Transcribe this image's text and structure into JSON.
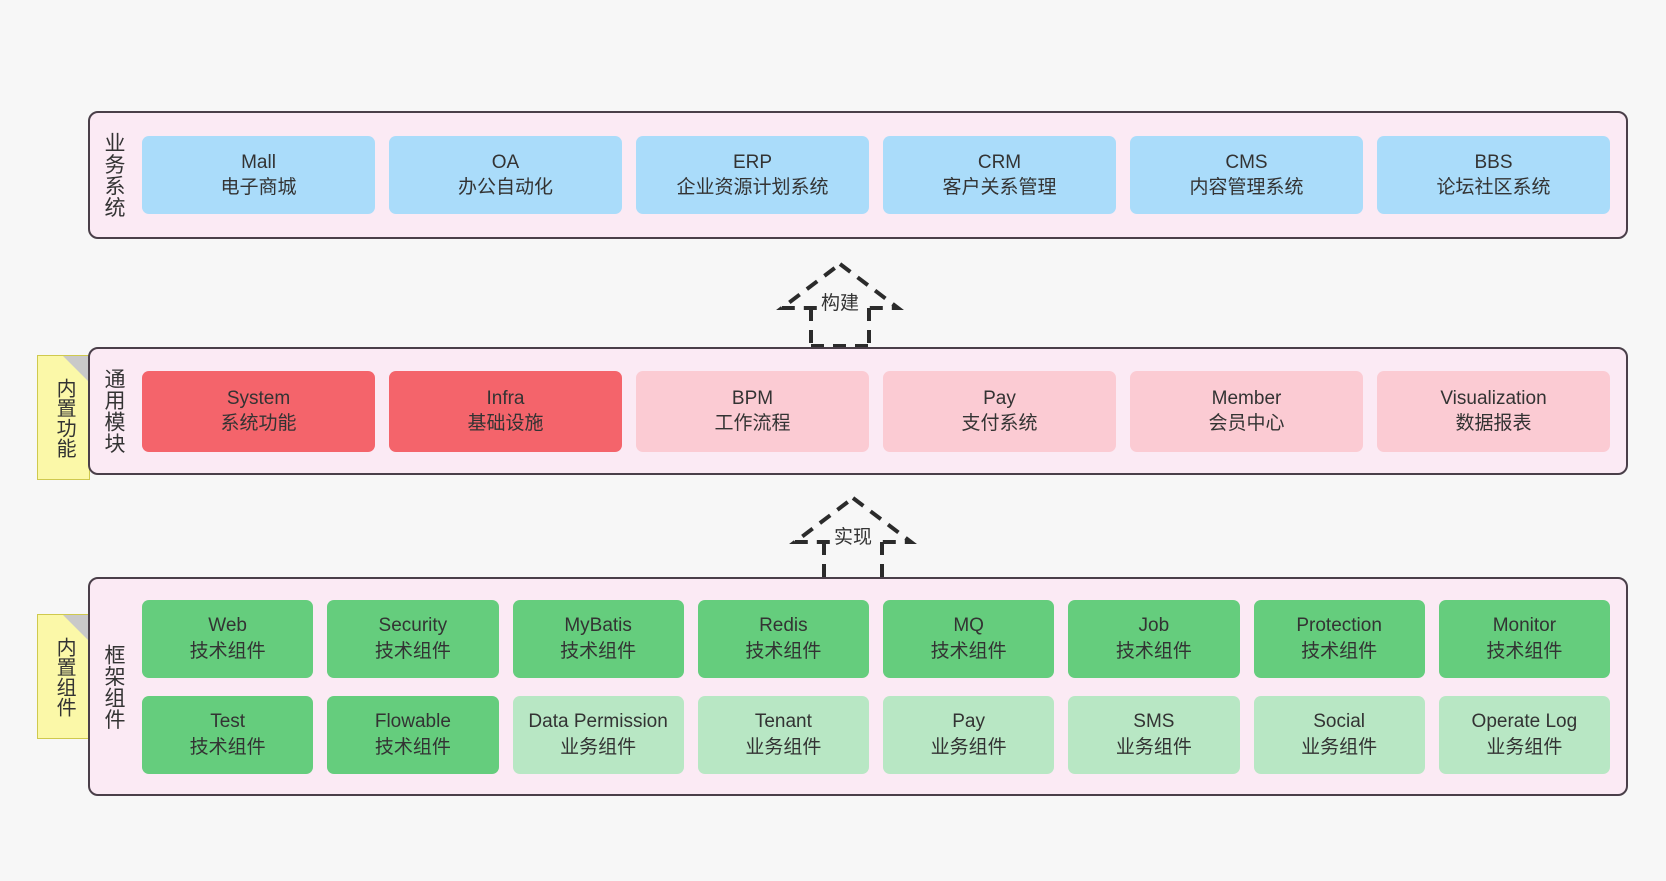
{
  "diagram": {
    "background": "#f7f7f7",
    "container_bg": "#fbeaf4",
    "container_border": "#4a3f49",
    "colors": {
      "business": "#aadcfa",
      "common_active": "#f4646b",
      "common_planned": "#fbcbd3",
      "tech_component": "#65cd7d",
      "business_component": "#b8e7c4",
      "sticky": "#fbf8a8",
      "sticky_fold": "#c9c9c9"
    }
  },
  "layers": [
    {
      "id": "business",
      "title": "业务系统",
      "sticky": null,
      "rows": [
        {
          "nodes": [
            {
              "en": "Mall",
              "cn": "电子商城",
              "color": "c-blue"
            },
            {
              "en": "OA",
              "cn": "办公自动化",
              "color": "c-blue"
            },
            {
              "en": "ERP",
              "cn": "企业资源计划系统",
              "color": "c-blue"
            },
            {
              "en": "CRM",
              "cn": "客户关系管理",
              "color": "c-blue"
            },
            {
              "en": "CMS",
              "cn": "内容管理系统",
              "color": "c-blue"
            },
            {
              "en": "BBS",
              "cn": "论坛社区系统",
              "color": "c-blue"
            }
          ]
        }
      ]
    },
    {
      "id": "common",
      "title": "通用模块",
      "sticky": "内置功能",
      "rows": [
        {
          "nodes": [
            {
              "en": "System",
              "cn": "系统功能",
              "color": "c-red"
            },
            {
              "en": "Infra",
              "cn": "基础设施",
              "color": "c-red"
            },
            {
              "en": "BPM",
              "cn": "工作流程",
              "color": "c-pink"
            },
            {
              "en": "Pay",
              "cn": "支付系统",
              "color": "c-pink"
            },
            {
              "en": "Member",
              "cn": "会员中心",
              "color": "c-pink"
            },
            {
              "en": "Visualization",
              "cn": "数据报表",
              "color": "c-pink"
            }
          ]
        }
      ]
    },
    {
      "id": "frame",
      "title": "框架组件",
      "sticky": "内置组件",
      "rows": [
        {
          "nodes": [
            {
              "en": "Web",
              "cn": "技术组件",
              "color": "c-green"
            },
            {
              "en": "Security",
              "cn": "技术组件",
              "color": "c-green"
            },
            {
              "en": "MyBatis",
              "cn": "技术组件",
              "color": "c-green"
            },
            {
              "en": "Redis",
              "cn": "技术组件",
              "color": "c-green"
            },
            {
              "en": "MQ",
              "cn": "技术组件",
              "color": "c-green"
            },
            {
              "en": "Job",
              "cn": "技术组件",
              "color": "c-green"
            },
            {
              "en": "Protection",
              "cn": "技术组件",
              "color": "c-green"
            },
            {
              "en": "Monitor",
              "cn": "技术组件",
              "color": "c-green"
            }
          ]
        },
        {
          "nodes": [
            {
              "en": "Test",
              "cn": "技术组件",
              "color": "c-green"
            },
            {
              "en": "Flowable",
              "cn": "技术组件",
              "color": "c-green"
            },
            {
              "en": "Data Permission",
              "cn": "业务组件",
              "color": "c-lightgreen"
            },
            {
              "en": "Tenant",
              "cn": "业务组件",
              "color": "c-lightgreen"
            },
            {
              "en": "Pay",
              "cn": "业务组件",
              "color": "c-lightgreen"
            },
            {
              "en": "SMS",
              "cn": "业务组件",
              "color": "c-lightgreen"
            },
            {
              "en": "Social",
              "cn": "业务组件",
              "color": "c-lightgreen"
            },
            {
              "en": "Operate Log",
              "cn": "业务组件",
              "color": "c-lightgreen"
            }
          ]
        }
      ]
    }
  ],
  "connectors": [
    {
      "id": "build",
      "label": "构建",
      "from": "common",
      "to": "business",
      "style": "dashed-generalization"
    },
    {
      "id": "implement",
      "label": "实现",
      "from": "frame",
      "to": "common",
      "style": "dashed-generalization"
    }
  ]
}
